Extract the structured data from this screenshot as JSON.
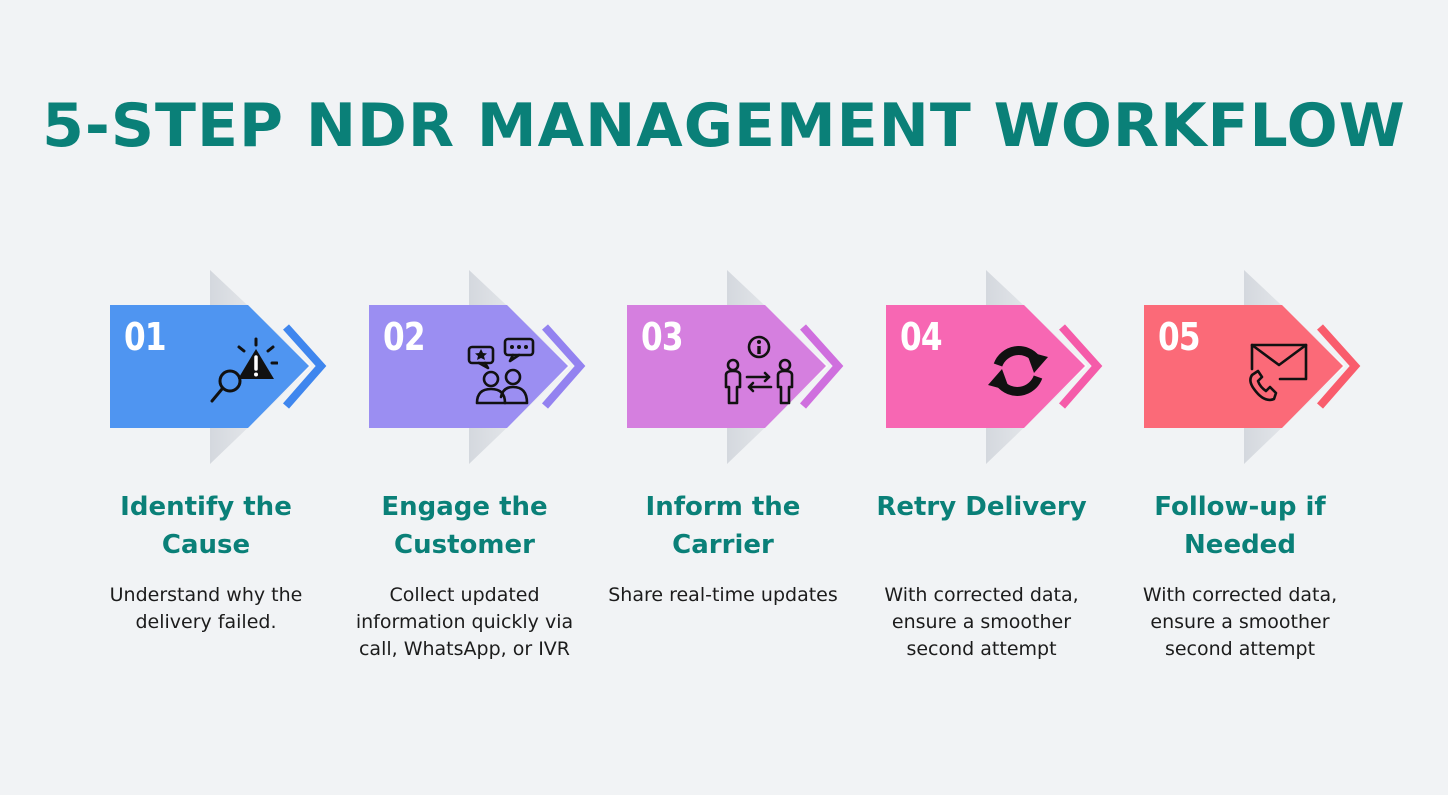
{
  "title": "5-STEP NDR MANAGEMENT WORKFLOW",
  "steps": [
    {
      "number": "01",
      "title": "Identify the Cause",
      "description": "Understand why the delivery failed.",
      "color": "#4f95f1",
      "chevron_color": "#3f86ee",
      "icon": "search-warning-icon"
    },
    {
      "number": "02",
      "title": "Engage the Customer",
      "description": "Collect updated information quickly via call, WhatsApp, or IVR",
      "color": "#9b8ef2",
      "chevron_color": "#9382f0",
      "icon": "customer-chat-icon"
    },
    {
      "number": "03",
      "title": "Inform the Carrier",
      "description": "Share real-time updates",
      "color": "#d57fdf",
      "chevron_color": "#cf6fde",
      "icon": "info-exchange-icon"
    },
    {
      "number": "04",
      "title": "Retry Delivery",
      "description": "With corrected data, ensure a smoother second attempt",
      "color": "#f767b3",
      "chevron_color": "#f55ba9",
      "icon": "refresh-icon"
    },
    {
      "number": "05",
      "title": "Follow-up if Needed",
      "description": "With corrected data, ensure a smoother second attempt",
      "color": "#fb6a78",
      "chevron_color": "#f95c6c",
      "icon": "envelope-phone-icon"
    }
  ]
}
